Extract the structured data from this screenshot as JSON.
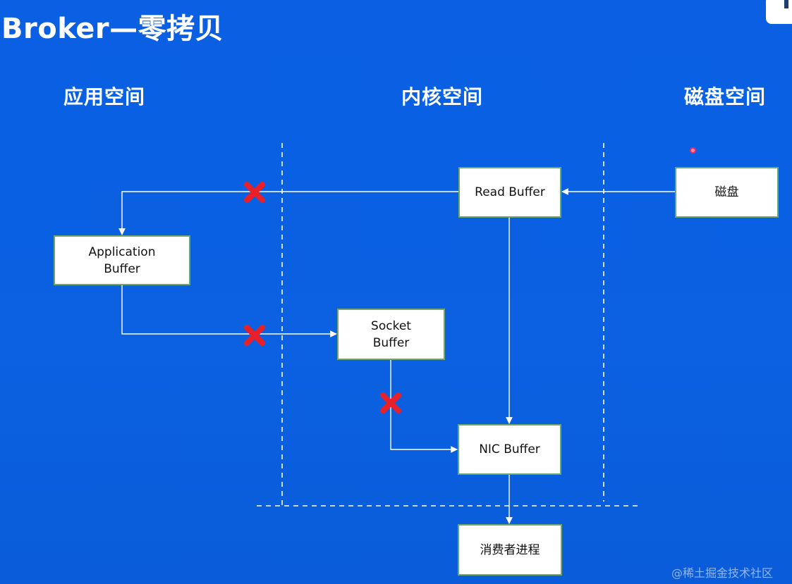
{
  "title": "Broker—零拷贝",
  "spaces": {
    "application": "应用空间",
    "kernel": "内核空间",
    "disk": "磁盘空间"
  },
  "nodes": {
    "application_buffer": "Application\nBuffer",
    "read_buffer": "Read Buffer",
    "disk": "磁盘",
    "socket_buffer": "Socket\nBuffer",
    "nic_buffer": "NIC Buffer",
    "consumer_process": "消费者进程"
  },
  "watermark": "@稀土掘金技术社区",
  "colors": {
    "background": "#0b5fe0",
    "node_border": "#6ba86b",
    "cross": "#e8202a",
    "line": "#ffffff"
  }
}
